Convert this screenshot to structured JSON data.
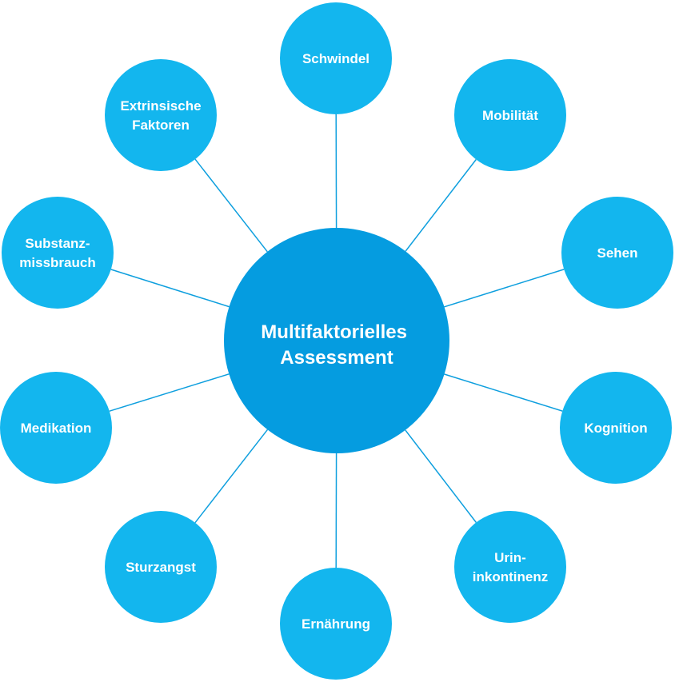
{
  "center": {
    "line1": "Multifaktorielles",
    "line2": "Assessment"
  },
  "nodes": [
    {
      "id": "schwindel",
      "lines": [
        "Schwindel"
      ]
    },
    {
      "id": "mobilitaet",
      "lines": [
        "Mobilität"
      ]
    },
    {
      "id": "sehen",
      "lines": [
        "Sehen"
      ]
    },
    {
      "id": "kognition",
      "lines": [
        "Kognition"
      ]
    },
    {
      "id": "urininkontinenz",
      "lines": [
        "Urin-",
        "inkontinenz"
      ]
    },
    {
      "id": "ernaehrung",
      "lines": [
        "Ernährung"
      ]
    },
    {
      "id": "sturzangst",
      "lines": [
        "Sturzangst"
      ]
    },
    {
      "id": "medikation",
      "lines": [
        "Medikation"
      ]
    },
    {
      "id": "substanzmissbrauch",
      "lines": [
        "Substanz-",
        "missbrauch"
      ]
    },
    {
      "id": "extrinsische-faktoren",
      "lines": [
        "Extrinsische",
        "Faktoren"
      ]
    }
  ],
  "colors": {
    "node": "#13b6ee",
    "center": "#059ce0",
    "connector": "#0e9fde",
    "text": "#ffffff"
  }
}
